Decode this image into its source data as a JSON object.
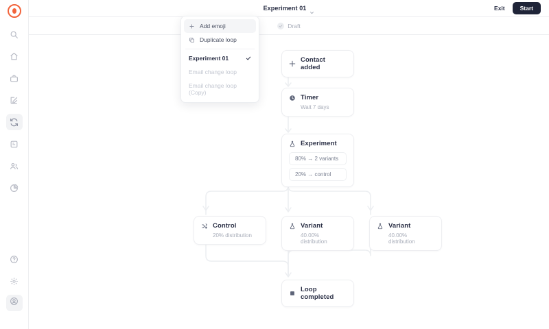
{
  "brand": {
    "logo_icon": "app-logo-circle",
    "accent": "#f2643c"
  },
  "sidebar": {
    "items": [
      {
        "icon": "search-icon",
        "name": "search"
      },
      {
        "icon": "home-icon",
        "name": "home"
      },
      {
        "icon": "briefcase-icon",
        "name": "inbox"
      },
      {
        "icon": "pencil-square-icon",
        "name": "compose"
      },
      {
        "icon": "loop-refresh-icon",
        "name": "loops",
        "active": true
      },
      {
        "icon": "card-icon",
        "name": "templates"
      },
      {
        "icon": "users-icon",
        "name": "audience"
      },
      {
        "icon": "pie-chart-icon",
        "name": "analytics"
      }
    ],
    "bottom_items": [
      {
        "icon": "help-circle-icon",
        "name": "help"
      },
      {
        "icon": "gear-icon",
        "name": "settings"
      },
      {
        "icon": "avatar-icon",
        "name": "account"
      }
    ]
  },
  "topbar": {
    "title": "Experiment 01",
    "chevron_icon": "chevron-down-icon",
    "exit_label": "Exit",
    "start_label": "Start"
  },
  "status": {
    "check_icon": "check-icon",
    "label": "Draft"
  },
  "dropdown": {
    "add_emoji": {
      "label": "Add emoji",
      "icon": "plus-icon"
    },
    "duplicate_loop": {
      "label": "Duplicate loop",
      "icon": "copy-icon"
    },
    "loops": [
      {
        "label": "Experiment 01",
        "selected": true,
        "check_icon": "check-icon"
      },
      {
        "label": "Email change loop",
        "selected": false
      },
      {
        "label": "Email change loop (Copy)",
        "selected": false
      }
    ]
  },
  "flow": {
    "nodes": [
      {
        "id": "contact-added",
        "title": "Contact added",
        "sub": "",
        "icon": "sparkle-icon"
      },
      {
        "id": "timer",
        "title": "Timer",
        "sub": "Wait 7 days",
        "icon": "clock-icon"
      },
      {
        "id": "experiment",
        "title": "Experiment",
        "icon": "flask-icon",
        "splits": [
          "80% → 2 variants",
          "20% → control"
        ]
      },
      {
        "id": "control",
        "title": "Control",
        "sub": "20% distribution",
        "icon": "shuffle-icon"
      },
      {
        "id": "variant-a",
        "title": "Variant",
        "sub": "40.00% distribution",
        "icon": "beaker-icon"
      },
      {
        "id": "variant-b",
        "title": "Variant",
        "sub": "40.00% distribution",
        "icon": "beaker-icon"
      },
      {
        "id": "loop-completed",
        "title": "Loop completed",
        "sub": "",
        "icon": "stop-square-icon"
      }
    ]
  }
}
